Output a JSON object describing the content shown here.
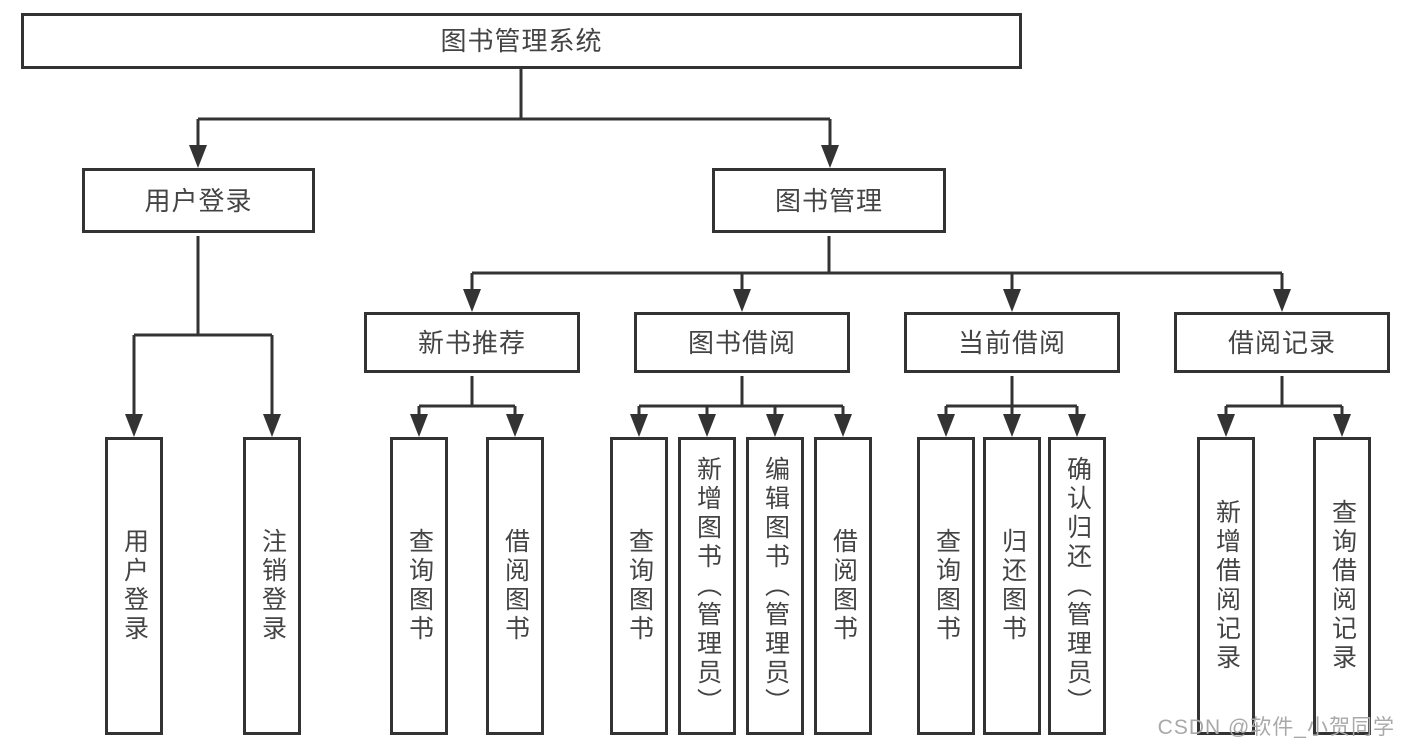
{
  "diagram": {
    "type": "hierarchy-tree",
    "orientation": "top-down"
  },
  "colors": {
    "line": "#333333",
    "text": "#444444",
    "watermark": "#a9a9a9",
    "background": "#ffffff"
  },
  "tree": {
    "label": "图书管理系统",
    "children": [
      {
        "label": "用户登录",
        "children": [
          {
            "label": "用户登录"
          },
          {
            "label": "注销登录"
          }
        ]
      },
      {
        "label": "图书管理",
        "children": [
          {
            "label": "新书推荐",
            "children": [
              {
                "label": "查询图书"
              },
              {
                "label": "借阅图书"
              }
            ]
          },
          {
            "label": "图书借阅",
            "children": [
              {
                "label": "查询图书"
              },
              {
                "label": "新增图书（管理员）"
              },
              {
                "label": "编辑图书（管理员）"
              },
              {
                "label": "借阅图书"
              }
            ]
          },
          {
            "label": "当前借阅",
            "children": [
              {
                "label": "查询图书"
              },
              {
                "label": "归还图书"
              },
              {
                "label": "确认归还（管理员）"
              }
            ]
          },
          {
            "label": "借阅记录",
            "children": [
              {
                "label": "新增借阅记录"
              },
              {
                "label": "查询借阅记录"
              }
            ]
          }
        ]
      }
    ]
  },
  "watermark": {
    "text": "CSDN @软件_小贺同学"
  }
}
